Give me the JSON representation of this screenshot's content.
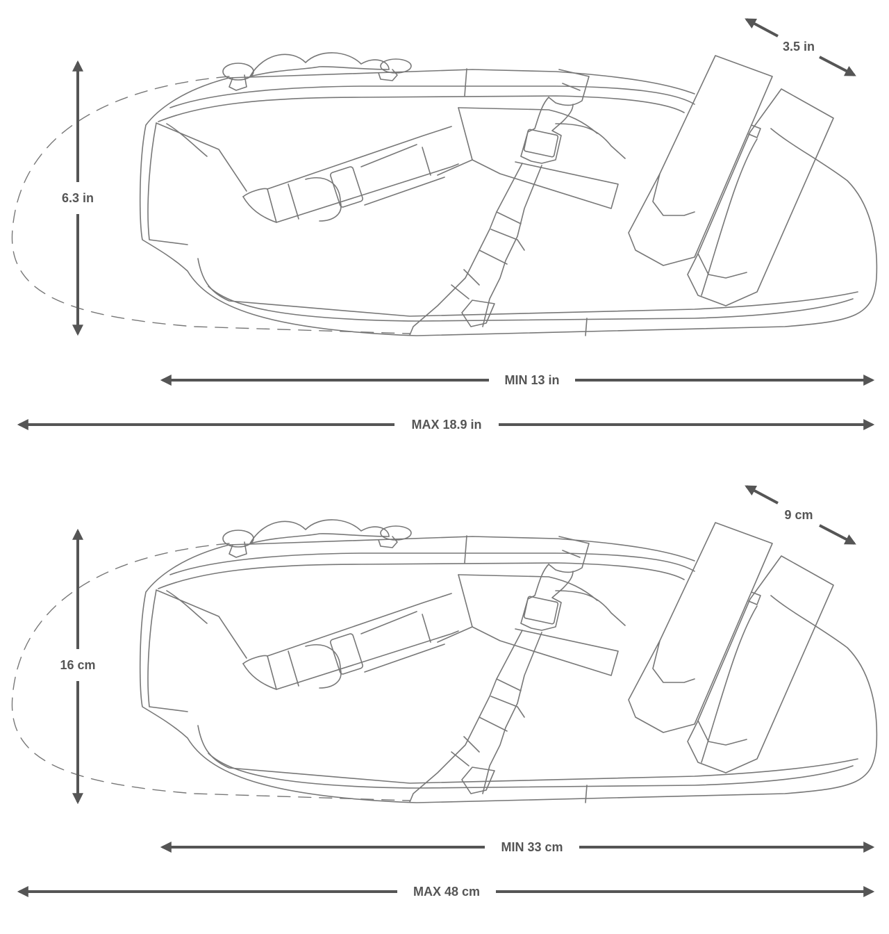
{
  "diagram": {
    "subject": "bikepacking saddle bag line drawing with dimensions",
    "line_color": "#777777",
    "dimension_color": "#555555",
    "panels": [
      {
        "units": "imperial",
        "width_label": "3.5 in",
        "height_label": "6.3 in",
        "min_length_label": "MIN 13 in",
        "max_length_label": "MAX 18.9 in"
      },
      {
        "units": "metric",
        "width_label": "9 cm",
        "height_label": "16 cm",
        "min_length_label": "MIN 33 cm",
        "max_length_label": "MAX 48 cm"
      }
    ]
  }
}
